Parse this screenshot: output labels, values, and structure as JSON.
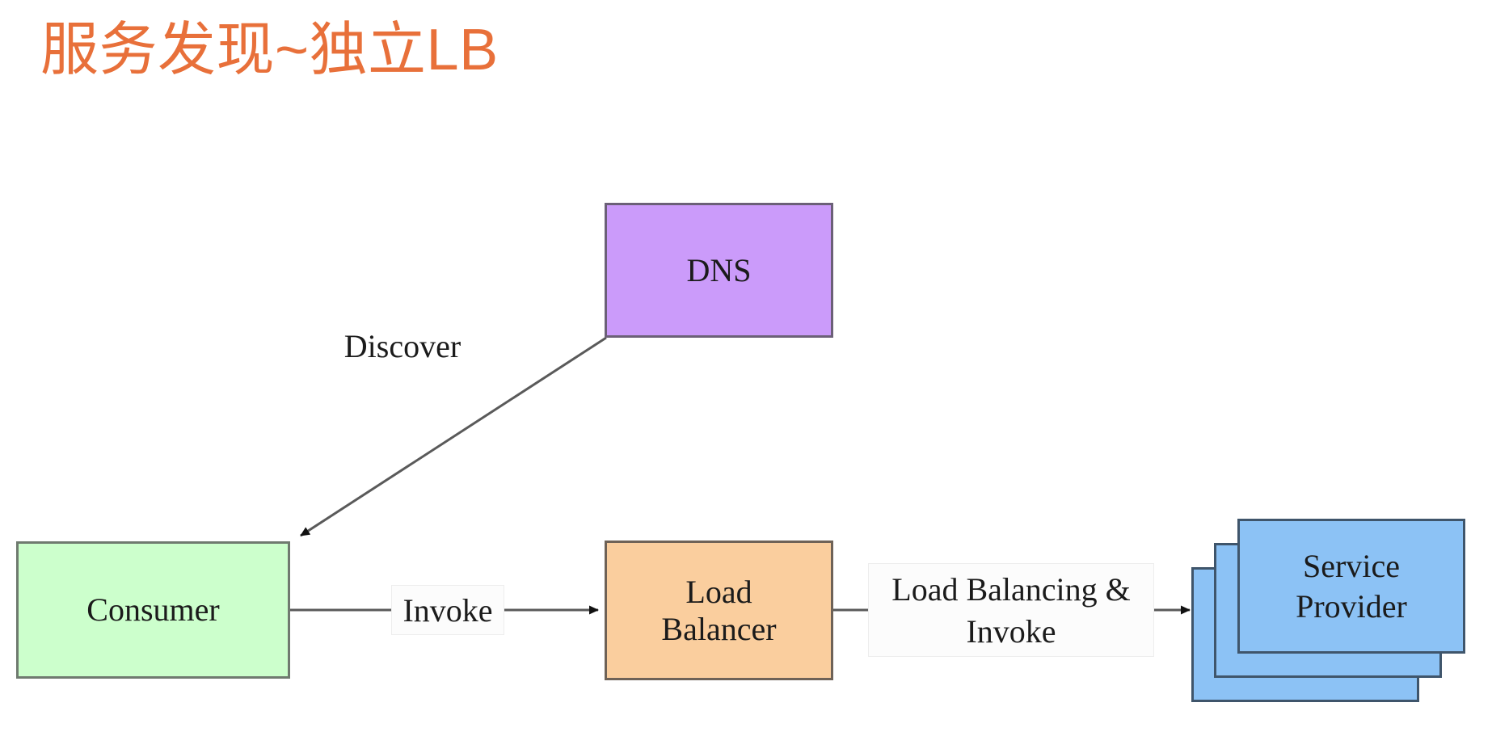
{
  "slide": {
    "title": "服务发现~独立LB",
    "title_color": "#E8703A",
    "background_color": "#FFFFFF"
  },
  "diagram": {
    "type": "flow-diagram",
    "nodes": [
      {
        "id": "dns",
        "label": "DNS",
        "fill": "#CB9BFA",
        "stroke": "#6B6077",
        "shape": "rectangle"
      },
      {
        "id": "consumer",
        "label": "Consumer",
        "fill": "#CCFFCC",
        "stroke": "#6F7A6F",
        "shape": "rectangle"
      },
      {
        "id": "load-balancer",
        "label_line1": "Load",
        "label_line2": "Balancer",
        "fill": "#FACE9E",
        "stroke": "#6E6257",
        "shape": "rectangle"
      },
      {
        "id": "service-provider",
        "label_line1": "Service",
        "label_line2": "Provider",
        "fill": "#8CC2F5",
        "stroke": "#3F556B",
        "shape": "stacked-rectangle",
        "stack_count": 3
      }
    ],
    "edges": [
      {
        "id": "dns-to-consumer",
        "from": "dns",
        "to": "consumer",
        "label": "Discover",
        "arrowhead": "filled-triangle",
        "label_boxed": false
      },
      {
        "id": "consumer-to-lb",
        "from": "consumer",
        "to": "load-balancer",
        "label": "Invoke",
        "arrowhead": "filled-triangle",
        "label_boxed": true
      },
      {
        "id": "lb-to-provider",
        "from": "load-balancer",
        "to": "service-provider",
        "label_line1": "Load Balancing &",
        "label_line2": "Invoke",
        "arrowhead": "filled-triangle",
        "label_boxed": true
      }
    ],
    "line_color": "#5A5A5A"
  }
}
